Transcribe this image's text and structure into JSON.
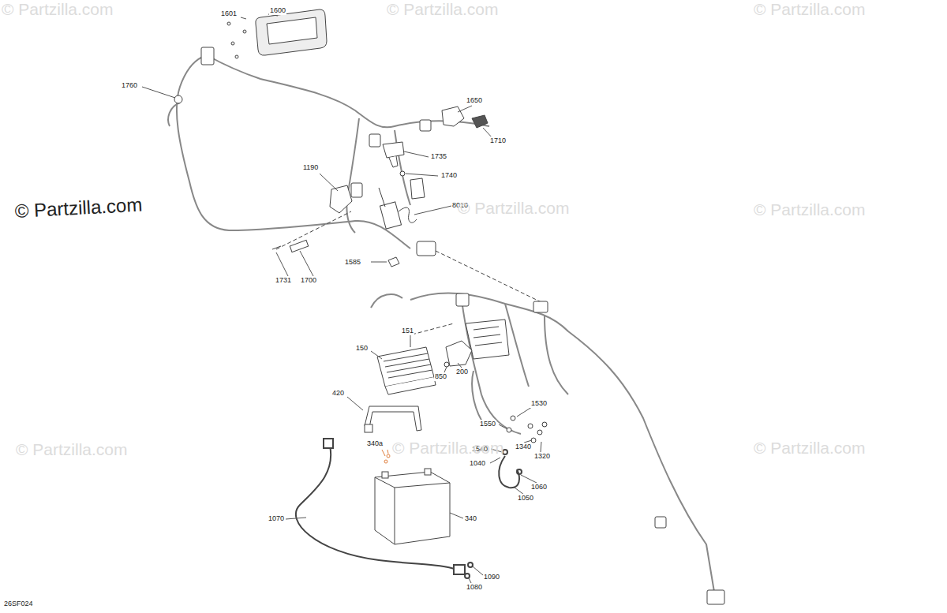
{
  "diagram": {
    "labels": [
      "1601",
      "1600",
      "1760",
      "1650",
      "1710",
      "1735",
      "1740",
      "1190",
      "8010",
      "1731",
      "1700",
      "1585",
      "151",
      "150",
      "850",
      "200",
      "420",
      "1530",
      "1550",
      "1340",
      "1320",
      "1540",
      "1040",
      "340a",
      "1060",
      "1050",
      "1070",
      "340",
      "1090",
      "1080",
      "26SF024",
      "© Partzilla.com",
      "© Partzilla.com",
      "© Partzilla.com",
      "© Partzilla.com",
      "© Partzilla.com",
      "© Partzilla.com",
      "© Partzilla.com",
      "© Partzilla.com",
      "© Partzilla.com"
    ]
  }
}
